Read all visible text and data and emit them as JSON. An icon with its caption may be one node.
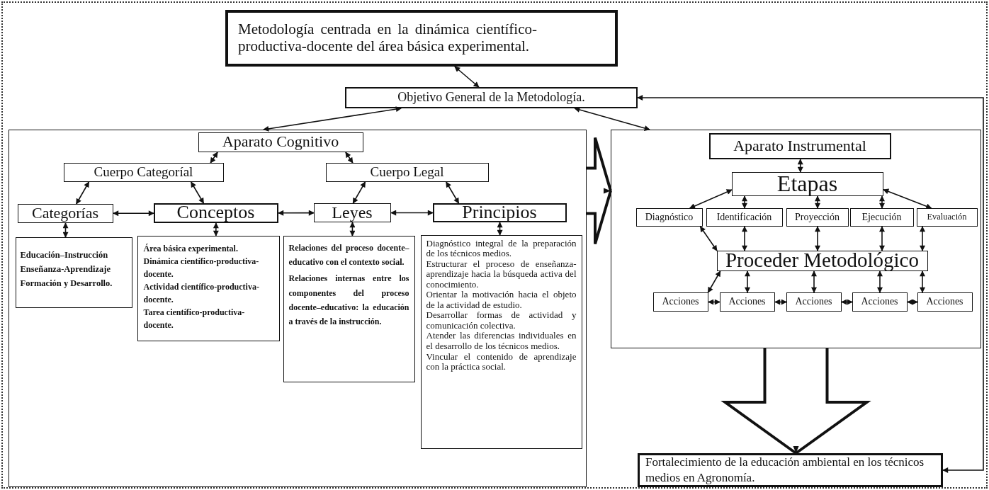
{
  "diagram": {
    "nodes": [
      {
        "text": [
          "Metodología centrada en la dinámica científico-productiva-docente del área básica experimental."
        ]
      },
      {
        "text": [
          "Objetivo General de la Metodología."
        ]
      },
      {
        "text": [],
        "shape": "box"
      },
      {
        "text": [
          "Aparato Cognitivo"
        ],
        "in": 2
      },
      {
        "text": [
          "Cuerpo Categoríal"
        ],
        "in": 2
      },
      {
        "text": [
          "Cuerpo Legal"
        ],
        "in": 2
      },
      {
        "text": [
          "Categorías"
        ],
        "in": 2
      },
      {
        "text": [
          "Conceptos"
        ],
        "in": 2
      },
      {
        "text": [
          "Leyes"
        ],
        "in": 2
      },
      {
        "text": [
          "Principios"
        ],
        "in": 2
      },
      {
        "text": [
          "Educación–Instrucción Enseñanza-Aprendizaje Formación y Desarrollo."
        ],
        "in": 2
      },
      {
        "text": [
          "Área básica experimental.",
          "Dinámica científico-productiva-docente.",
          "Actividad científico-productiva-docente.",
          "Tarea científico-productiva-docente."
        ],
        "in": 2
      },
      {
        "text": [
          "Relaciones del proceso docente–educativo con el contexto social.",
          "Relaciones internas entre los componentes del proceso docente–educativo: la educación a través de la instrucción."
        ],
        "in": 2
      },
      {
        "text": [
          "Diagnóstico integral de la preparación de los técnicos medios.",
          "Estructurar el proceso de enseñanza-aprendizaje hacia la búsqueda activa del conocimiento.",
          "Orientar la motivación hacia el objeto de la actividad de estudio.",
          "Desarrollar formas de actividad y comunicación colectiva.",
          "Atender las diferencias individuales en el desarrollo de los técnicos medios.",
          "Vincular el contenido de aprendizaje con la práctica social."
        ],
        "in": 2
      },
      {
        "text": [],
        "shape": "box"
      },
      {
        "text": [
          "Aparato Instrumental"
        ],
        "in": 14
      },
      {
        "text": [
          "Etapas"
        ],
        "in": 14
      },
      {
        "text": [
          "Diagnóstico"
        ],
        "in": 14
      },
      {
        "text": [
          "Identificación"
        ],
        "in": 14
      },
      {
        "text": [
          "Proyección"
        ],
        "in": 14
      },
      {
        "text": [
          "Ejecución"
        ],
        "in": 14
      },
      {
        "text": [
          "Evaluación"
        ],
        "in": 14
      },
      {
        "text": [
          "Proceder Metodológico"
        ],
        "in": 14
      },
      {
        "text": [
          "Acciones"
        ],
        "in": 14
      },
      {
        "text": [
          "Acciones"
        ],
        "in": 14
      },
      {
        "text": [
          "Acciones"
        ],
        "in": 14
      },
      {
        "text": [
          "Acciones"
        ],
        "in": 14
      },
      {
        "text": [
          "Acciones"
        ],
        "in": 14
      },
      {
        "text": [
          "Fortalecimiento de la educación ambiental en los técnicos medios en Agronomía."
        ]
      }
    ],
    "edges": [
      {
        "from": 0,
        "to": 1,
        "arrow": "both"
      },
      {
        "from": 1,
        "to": 2,
        "arrow": "both"
      },
      {
        "from": 1,
        "to": 14,
        "arrow": "both"
      },
      {
        "from": 28,
        "to": 1,
        "arrow": "both"
      },
      {
        "from": 3,
        "to": 4,
        "arrow": "both"
      },
      {
        "from": 3,
        "to": 5,
        "arrow": "both"
      },
      {
        "from": 4,
        "to": 6,
        "arrow": "both"
      },
      {
        "from": 4,
        "to": 7,
        "arrow": "both"
      },
      {
        "from": 5,
        "to": 8,
        "arrow": "both"
      },
      {
        "from": 5,
        "to": 9,
        "arrow": "both"
      },
      {
        "from": 6,
        "to": 7,
        "arrow": "both"
      },
      {
        "from": 7,
        "to": 8,
        "arrow": "both"
      },
      {
        "from": 8,
        "to": 9,
        "arrow": "both"
      },
      {
        "from": 6,
        "to": 10,
        "arrow": "both"
      },
      {
        "from": 7,
        "to": 11,
        "arrow": "both"
      },
      {
        "from": 8,
        "to": 12,
        "arrow": "both"
      },
      {
        "from": 9,
        "to": 13,
        "arrow": "both"
      },
      {
        "from": 2,
        "to": 14,
        "arrow": "to",
        "style": "thick"
      },
      {
        "from": 15,
        "to": 16,
        "arrow": "both"
      },
      {
        "from": 16,
        "to": 17,
        "arrow": "both"
      },
      {
        "from": 16,
        "to": 18,
        "arrow": "both"
      },
      {
        "from": 16,
        "to": 19,
        "arrow": "both"
      },
      {
        "from": 16,
        "to": 20,
        "arrow": "both"
      },
      {
        "from": 16,
        "to": 21,
        "arrow": "both"
      },
      {
        "from": 17,
        "to": 22,
        "arrow": "both"
      },
      {
        "from": 18,
        "to": 22,
        "arrow": "both"
      },
      {
        "from": 19,
        "to": 22,
        "arrow": "both"
      },
      {
        "from": 20,
        "to": 22,
        "arrow": "both"
      },
      {
        "from": 21,
        "to": 22,
        "arrow": "both"
      },
      {
        "from": 22,
        "to": 23,
        "arrow": "both"
      },
      {
        "from": 22,
        "to": 24,
        "arrow": "both"
      },
      {
        "from": 22,
        "to": 25,
        "arrow": "both"
      },
      {
        "from": 22,
        "to": 26,
        "arrow": "both"
      },
      {
        "from": 22,
        "to": 27,
        "arrow": "both"
      },
      {
        "from": 23,
        "to": 24,
        "arrow": "both"
      },
      {
        "from": 24,
        "to": 25,
        "arrow": "both"
      },
      {
        "from": 25,
        "to": 26,
        "arrow": "both"
      },
      {
        "from": 26,
        "to": 27,
        "arrow": "both"
      },
      {
        "from": 14,
        "to": 28,
        "arrow": "to",
        "style": "thick"
      }
    ]
  }
}
